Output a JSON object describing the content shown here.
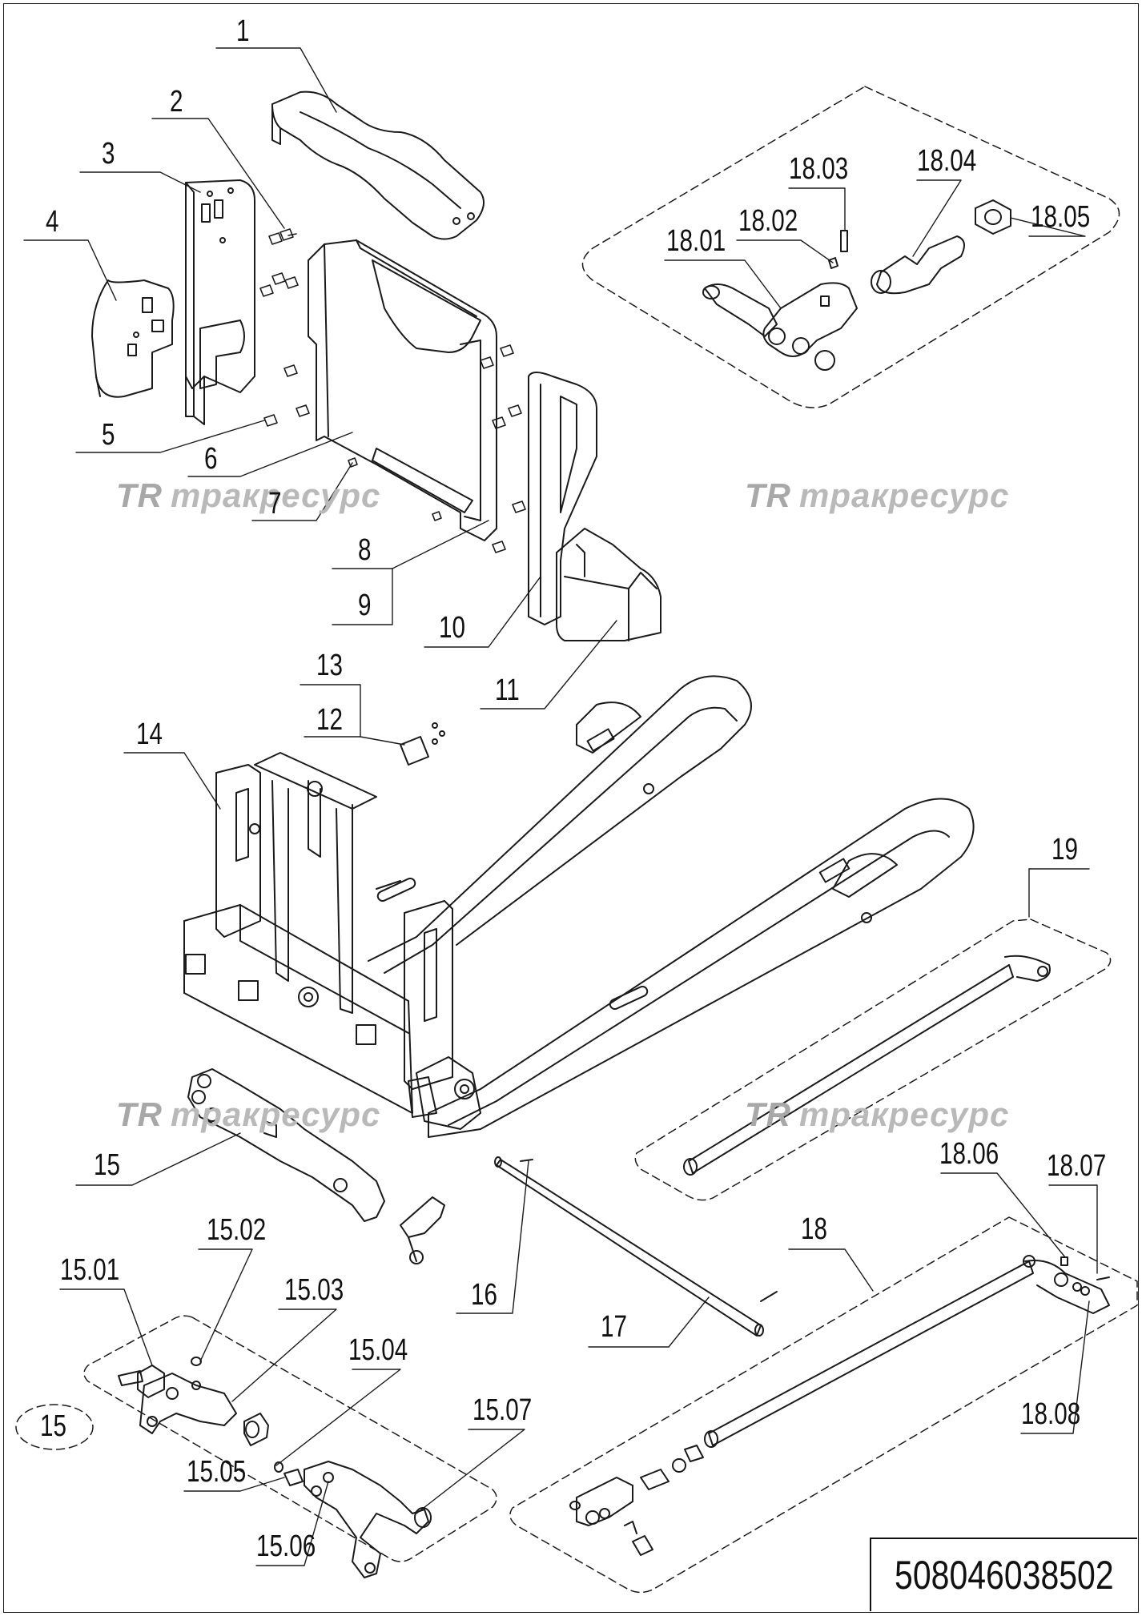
{
  "document_number": "508046038502",
  "watermark": {
    "logo": "TR",
    "text": "тракресурс"
  },
  "part_labels": {
    "p1": "1",
    "p2": "2",
    "p3": "3",
    "p4": "4",
    "p5": "5",
    "p6": "6",
    "p7": "7",
    "p8": "8",
    "p9": "9",
    "p10": "10",
    "p11": "11",
    "p12": "12",
    "p13": "13",
    "p14": "14",
    "p15": "15",
    "p16": "16",
    "p17": "17",
    "p18": "18",
    "p19": "19",
    "p15_group": "15",
    "p15_01": "15.01",
    "p15_02": "15.02",
    "p15_03": "15.03",
    "p15_04": "15.04",
    "p15_05": "15.05",
    "p15_06": "15.06",
    "p15_07": "15.07",
    "p18_01": "18.01",
    "p18_02": "18.02",
    "p18_03": "18.03",
    "p18_04": "18.04",
    "p18_05": "18.05",
    "p18_06": "18.06",
    "p18_07": "18.07",
    "p18_08": "18.08"
  }
}
